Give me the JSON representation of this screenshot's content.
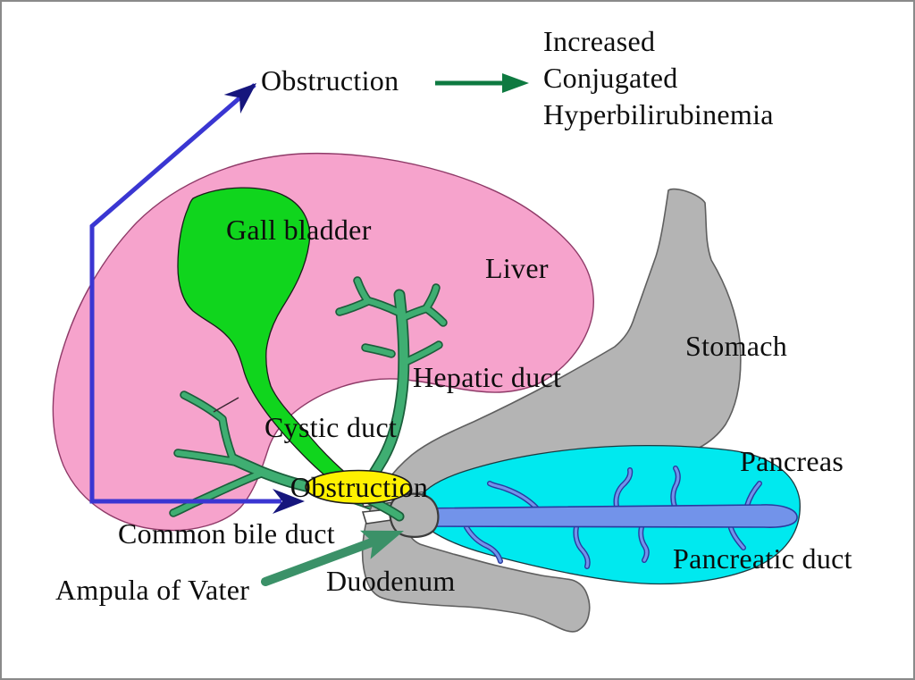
{
  "figure": {
    "top_flow": {
      "obstruction_label": "Obstruction",
      "result_line1": "Increased",
      "result_line2": "Conjugated",
      "result_line3": "Hyperbilirubinemia"
    },
    "labels": {
      "gall_bladder": "Gall bladder",
      "liver": "Liver",
      "stomach": "Stomach",
      "hepatic_duct": "Hepatic duct",
      "cystic_duct": "Cystic duct",
      "pancreas": "Pancreas",
      "obstruction_site": "Obstruction",
      "common_bile_duct": "Common bile duct",
      "pancreatic_duct": "Pancreatic duct",
      "duodenum": "Duodenum",
      "ampula_of_vater": "Ampula of Vater"
    },
    "colors": {
      "liver": "#f6a3cc",
      "gall_bladder": "#10d51d",
      "bile_ducts": "#3fae72",
      "stomach_duodenum": "#b4b4b4",
      "pancreas": "#00e9ef",
      "pancreatic_duct": "#7293ea",
      "obstruction_oval": "#fff100",
      "pointer_blue": "#3a36d2",
      "pointer_navy": "#16167d",
      "arrow_dark_green": "#0e7a41",
      "arrow_sea_green": "#3b9168"
    }
  }
}
